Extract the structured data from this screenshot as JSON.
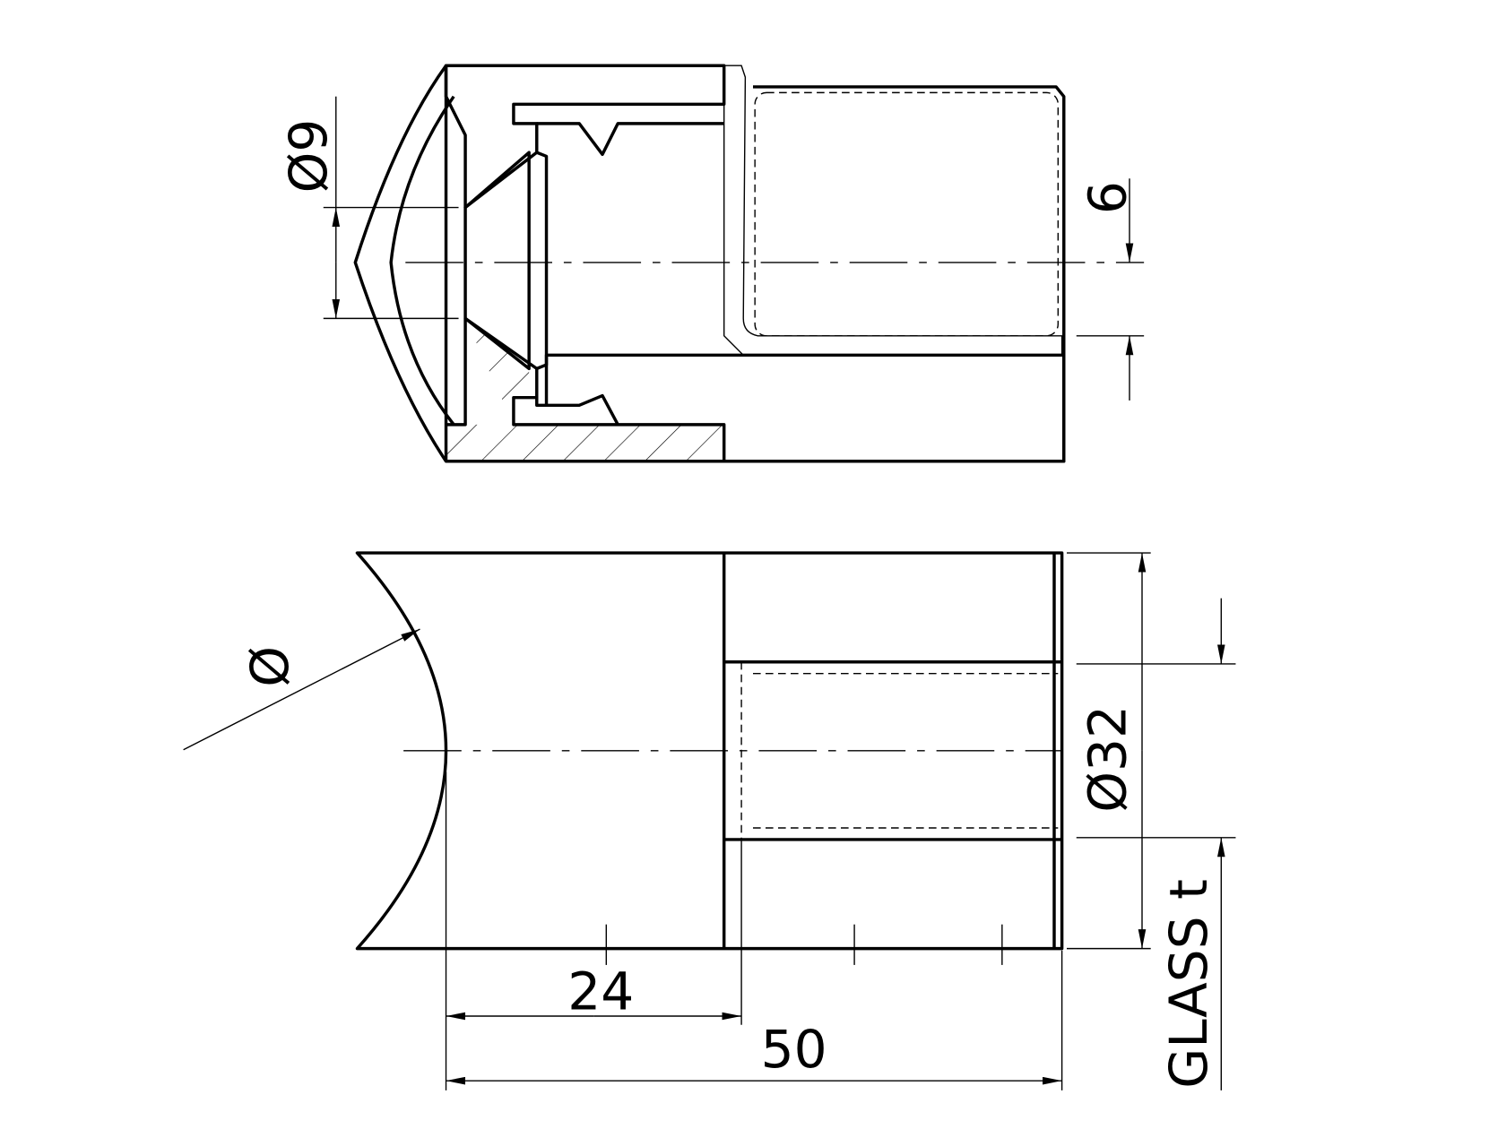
{
  "drawing": {
    "section_view": {
      "dim_bore_diameter": "Ø9",
      "dim_offset": "6"
    },
    "side_view": {
      "dim_pipe_radius": "Ø",
      "dim_diameter": "Ø32",
      "dim_glass_thickness": "GLASS t",
      "dim_inner_length": "24",
      "dim_total_length": "50"
    }
  }
}
